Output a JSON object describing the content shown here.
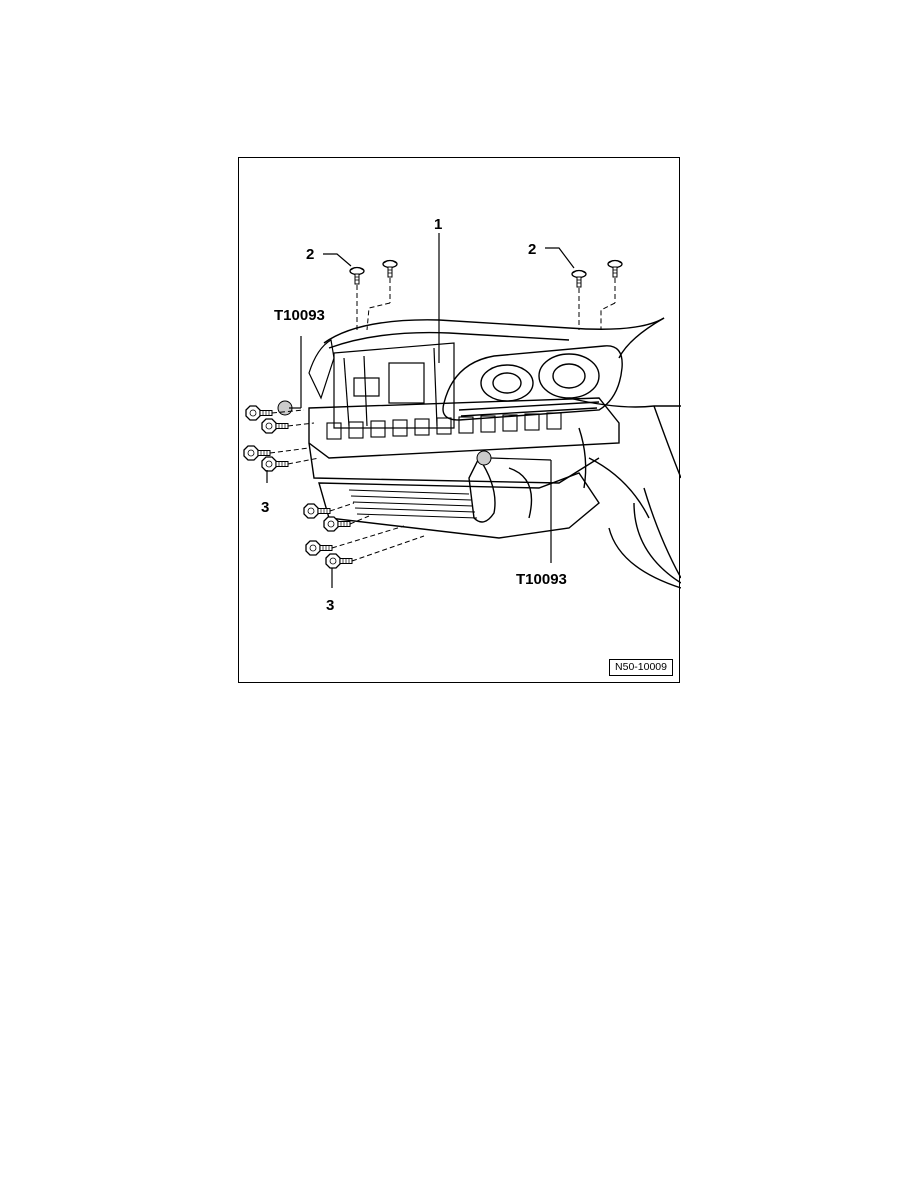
{
  "figure": {
    "callouts": {
      "part_1": "1",
      "part_2_left": "2",
      "part_2_right": "2",
      "part_3_upper": "3",
      "part_3_lower": "3",
      "tool_left": "T10093",
      "tool_right": "T10093"
    },
    "figure_id": "N50-10009"
  }
}
